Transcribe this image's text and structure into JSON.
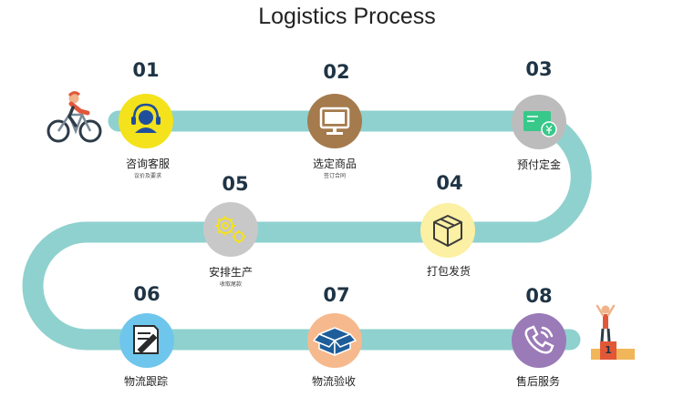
{
  "title": "Logistics Process",
  "colors": {
    "track": "#8fd1cf",
    "step1": "#f4e21c",
    "step2": "#a57a4c",
    "step3": "#bcbcbc",
    "step4": "#fbf0a3",
    "step5": "#c8c8c8",
    "step6": "#6fc6ec",
    "step7": "#f5b98d",
    "step8": "#9b7ab8"
  },
  "steps": [
    {
      "number": "01",
      "label": "咨询客服",
      "sub": "议价及要求",
      "icon": "headset-icon"
    },
    {
      "number": "02",
      "label": "选定商品",
      "sub": "签订合同",
      "icon": "monitor-icon"
    },
    {
      "number": "03",
      "label": "预付定金",
      "sub": "",
      "icon": "payment-card-icon"
    },
    {
      "number": "04",
      "label": "打包发货",
      "sub": "",
      "icon": "package-box-icon"
    },
    {
      "number": "05",
      "label": "安排生产",
      "sub": "收取尾款",
      "icon": "gears-icon"
    },
    {
      "number": "06",
      "label": "物流跟踪",
      "sub": "",
      "icon": "document-pen-icon"
    },
    {
      "number": "07",
      "label": "物流验收",
      "sub": "",
      "icon": "open-box-icon"
    },
    {
      "number": "08",
      "label": "售后服务",
      "sub": "",
      "icon": "phone-icon"
    }
  ],
  "podium_label": "1",
  "podium_icon": "winner-podium-icon",
  "cyclist_icon": "cyclist-icon"
}
